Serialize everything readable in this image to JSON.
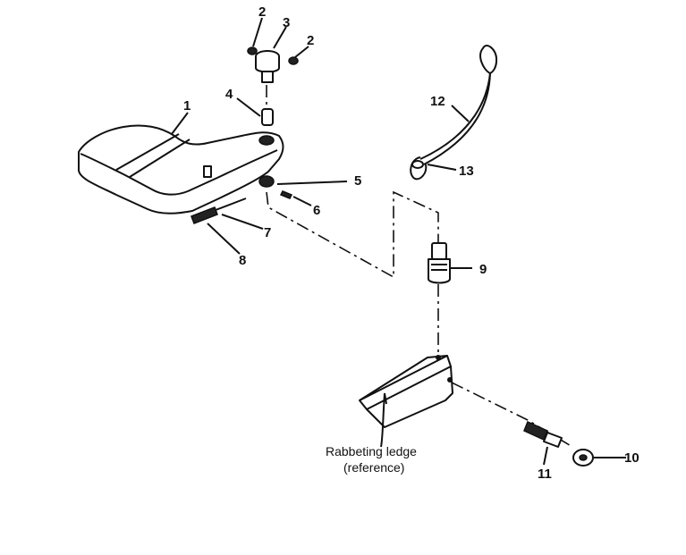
{
  "callouts": [
    {
      "id": "c1",
      "label": "1"
    },
    {
      "id": "c2a",
      "label": "2"
    },
    {
      "id": "c2b",
      "label": "2"
    },
    {
      "id": "c3",
      "label": "3"
    },
    {
      "id": "c4",
      "label": "4"
    },
    {
      "id": "c5",
      "label": "5"
    },
    {
      "id": "c6",
      "label": "6"
    },
    {
      "id": "c7",
      "label": "7"
    },
    {
      "id": "c8",
      "label": "8"
    },
    {
      "id": "c9",
      "label": "9"
    },
    {
      "id": "c10",
      "label": "10"
    },
    {
      "id": "c11",
      "label": "11"
    },
    {
      "id": "c12",
      "label": "12"
    },
    {
      "id": "c13",
      "label": "13"
    }
  ],
  "reference_label": {
    "line1": "Rabbeting ledge",
    "line2": "(reference)"
  }
}
